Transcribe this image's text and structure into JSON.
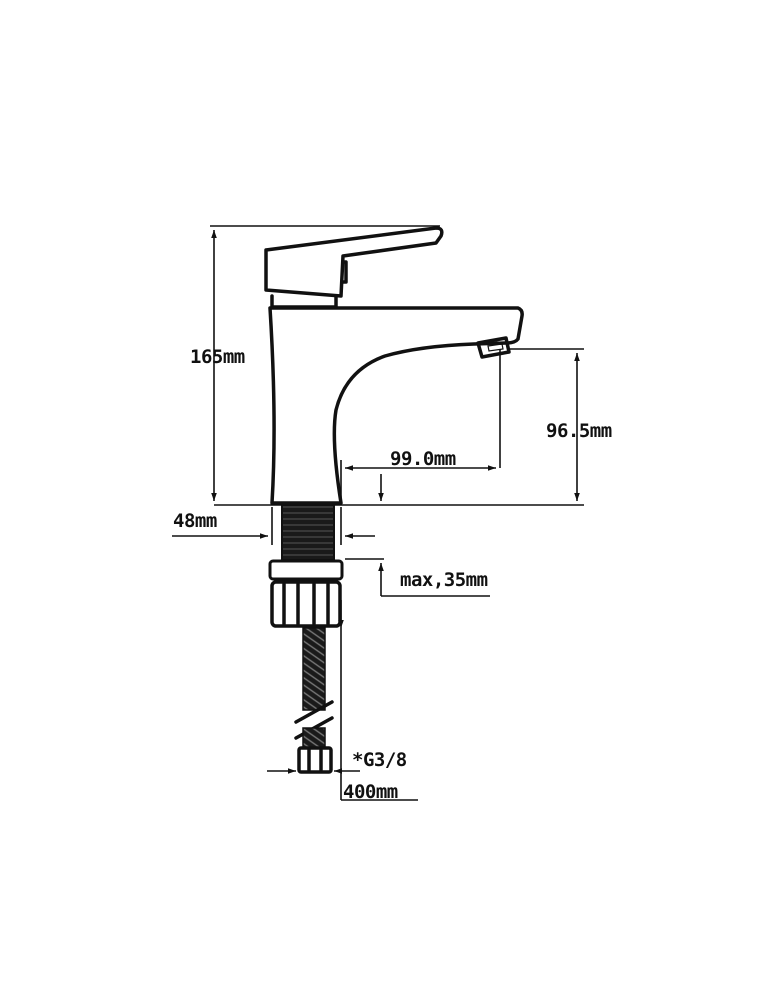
{
  "colors": {
    "line": "#111111",
    "background": "#ffffff"
  },
  "dimensions": {
    "height_total": "165mm",
    "spout_height": "96.5mm",
    "spout_reach": "99.0mm",
    "base_diameter": "48mm",
    "max_thickness": "max,35mm",
    "connection_thread": "*G3/8",
    "hose_length": "400mm"
  }
}
